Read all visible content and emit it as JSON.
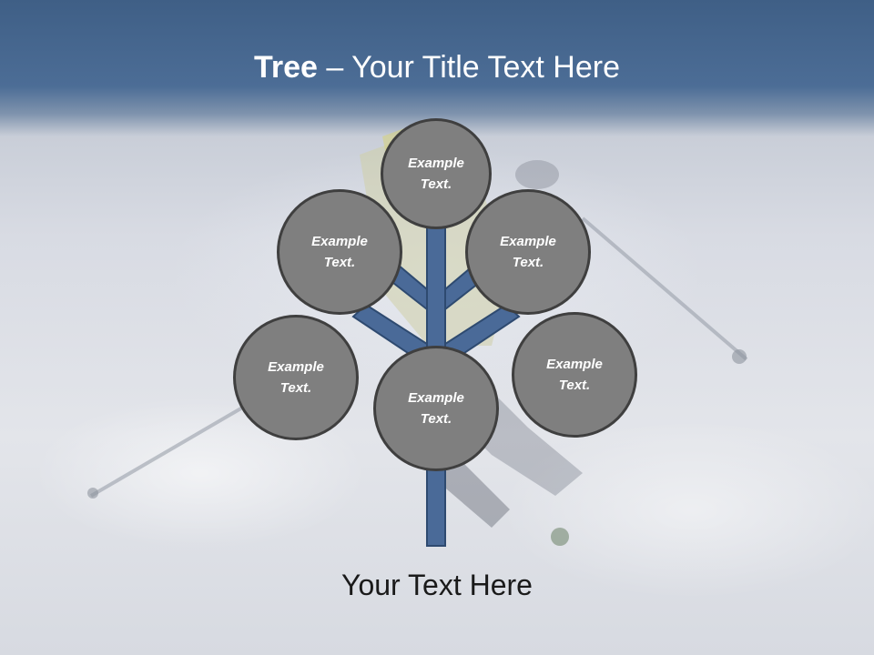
{
  "slide": {
    "title_bold": "Tree",
    "title_rest": " – Your Title Text Here",
    "nodes": [
      {
        "label": "Example Text."
      },
      {
        "label": "Example Text."
      },
      {
        "label": "Example Text."
      },
      {
        "label": "Example Text."
      },
      {
        "label": "Example Text."
      },
      {
        "label": "Example Text."
      }
    ],
    "subtitle": "Your Text Here"
  },
  "colors": {
    "header": "#4a6a93",
    "branch": "#4a6a98",
    "node_fill": "#7f7f7f",
    "node_border": "#3f3f3f"
  }
}
